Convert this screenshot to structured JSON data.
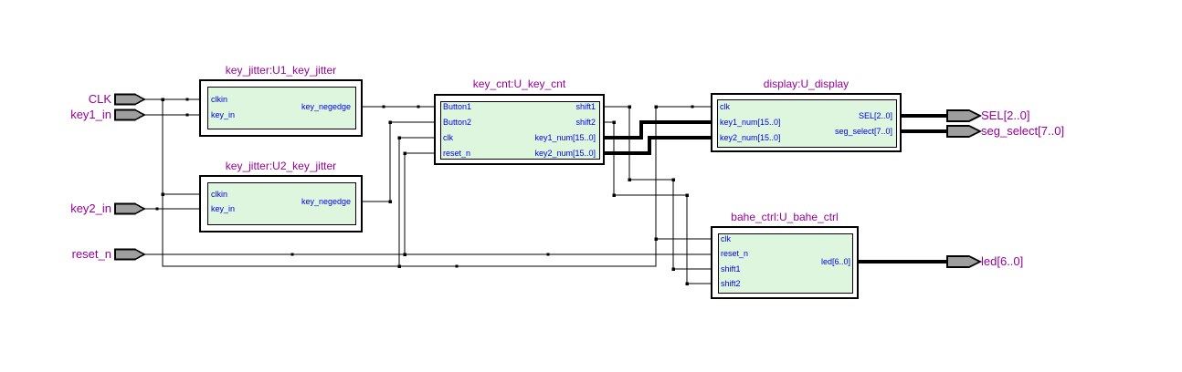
{
  "app": {
    "view": "RTL schematic block diagram",
    "background": "#ffffff"
  },
  "colors": {
    "block_fill": "#ddf6dd",
    "block_border": "#000000",
    "title_text": "#990099",
    "port_text": "#0000ee",
    "pin_fill": "#9e9e9e",
    "pin_label_text": "#990099",
    "wire": "#000000"
  },
  "blocks": [
    {
      "title": "key_jitter:U1_key_jitter",
      "left_ports": [
        "clkin",
        "key_in"
      ],
      "right_ports": [
        "key_negedge"
      ]
    },
    {
      "title": "key_jitter:U2_key_jitter",
      "left_ports": [
        "clkin",
        "key_in"
      ],
      "right_ports": [
        "key_negedge"
      ]
    },
    {
      "title": "key_cnt:U_key_cnt",
      "left_ports": [
        "Button1",
        "Button2",
        "clk",
        "reset_n"
      ],
      "right_ports": [
        "shift1",
        "shift2",
        "key1_num[15..0]",
        "key2_num[15..0]"
      ]
    },
    {
      "title": "display:U_display",
      "left_ports": [
        "clk",
        "key1_num[15..0]",
        "key2_num[15..0]"
      ],
      "right_ports": [
        "SEL[2..0]",
        "seg_select[7..0]"
      ]
    },
    {
      "title": "bahe_ctrl:U_bahe_ctrl",
      "left_ports": [
        "clk",
        "reset_n",
        "shift1",
        "shift2"
      ],
      "right_ports": [
        "led[6..0]"
      ]
    }
  ],
  "input_pins": [
    {
      "label": "CLK"
    },
    {
      "label": "key1_in"
    },
    {
      "label": "key2_in"
    },
    {
      "label": "reset_n"
    }
  ],
  "output_pins": [
    {
      "label": "SEL[2..0]"
    },
    {
      "label": "seg_select[7..0]"
    },
    {
      "label": "led[6..0]"
    }
  ]
}
